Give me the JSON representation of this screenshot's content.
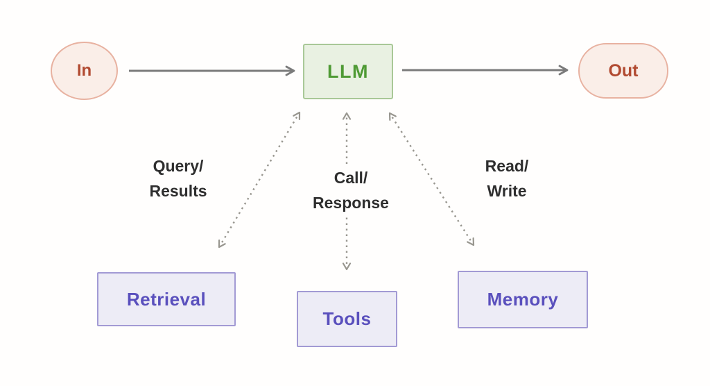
{
  "diagram": {
    "nodes": {
      "in": {
        "label": "In"
      },
      "llm": {
        "label": "LLM"
      },
      "out": {
        "label": "Out"
      },
      "retrieval": {
        "label": "Retrieval"
      },
      "tools": {
        "label": "Tools"
      },
      "memory": {
        "label": "Memory"
      }
    },
    "edges": {
      "in_to_llm": {
        "style": "solid-arrow"
      },
      "llm_to_out": {
        "style": "solid-arrow"
      },
      "llm_retrieval": {
        "style": "dashed-bidirectional",
        "label_line1": "Query/",
        "label_line2": "Results"
      },
      "llm_tools": {
        "style": "dashed-bidirectional",
        "label_line1": "Call/",
        "label_line2": "Response"
      },
      "llm_memory": {
        "style": "dashed-bidirectional",
        "label_line1": "Read/",
        "label_line2": "Write"
      }
    },
    "colors": {
      "io_fill": "#faeee8",
      "io_border": "#e8b2a1",
      "io_text": "#b14a31",
      "llm_fill": "#e9f1e2",
      "llm_border": "#a9c897",
      "llm_text": "#4e9a34",
      "module_fill": "#edecf6",
      "module_border": "#a29ad4",
      "module_text": "#5a50bd",
      "solid_arrow": "#7b7b7b",
      "dashed_arrow": "#98968f",
      "edge_label_text": "#2e2e2e",
      "background": "#fffefd"
    }
  }
}
